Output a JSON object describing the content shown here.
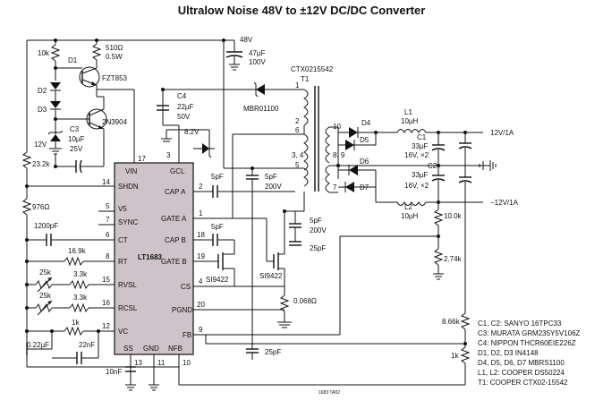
{
  "title": "Ultralow Noise 48V to ±12V DC/DC Converter",
  "ic": {
    "name": "LT1683",
    "pins_left": [
      {
        "label": "SHDN",
        "num": "14"
      },
      {
        "label": "V5",
        "num": "5"
      },
      {
        "label": "SYNC",
        "num": "7"
      },
      {
        "label": "CT",
        "num": "6"
      },
      {
        "label": "RT",
        "num": "8"
      },
      {
        "label": "RVSL",
        "num": "15"
      },
      {
        "label": "RCSL",
        "num": "16"
      },
      {
        "label": "VC",
        "num": "12"
      }
    ],
    "pins_right": [
      {
        "label": "CAP A",
        "num": "2"
      },
      {
        "label": "GATE A",
        "num": "1"
      },
      {
        "label": "CAP B",
        "num": "18"
      },
      {
        "label": "GATE B",
        "num": "19"
      },
      {
        "label": "CS",
        "num": "4"
      },
      {
        "label": "PGND",
        "num": "20"
      },
      {
        "label": "FB",
        "num": "9"
      }
    ],
    "pins_top": [
      {
        "label": "VIN",
        "num": "17"
      },
      {
        "label": "GCL",
        "num": "3"
      }
    ],
    "pins_bottom": [
      {
        "label": "SS",
        "num": "13"
      },
      {
        "label": "GND",
        "num": "11"
      },
      {
        "label": "NFB",
        "num": "10"
      }
    ]
  },
  "labels": {
    "vin": "48V",
    "c_in": "47µF",
    "c_in_v": "100V",
    "r10k": "10k",
    "d1": "D1",
    "d2": "D2",
    "d3": "D3",
    "r510": "510Ω",
    "r510_w": "0.5W",
    "q_fzt": "FZT853",
    "q_2n": "2N3904",
    "c3": "C3",
    "c3_val": "10µF",
    "c3_v": "25V",
    "v12": "12V",
    "r232": "23.2k",
    "r976": "976Ω",
    "c1200": "1200pF",
    "r169": "16.9k",
    "r25k_1": "25k",
    "r33k_1": "3.3k",
    "r25k_2": "25k",
    "r33k_2": "3.3k",
    "r1k": "1k",
    "c022": "0.22µF",
    "c22n": "22nF",
    "c10n": "10nF",
    "c4": "C4",
    "c4_val": "22µF",
    "c4_v": "50V",
    "mbr": "MBR01100",
    "v82": "8.2V",
    "c5p_a": "5pF",
    "c5p_b": "5pF",
    "c5p_b_v": "200V",
    "c5p_c": "5pF",
    "c5p_c_v": "200V",
    "c25p_a": "25pF",
    "c25p_b": "25pF",
    "si_a": "SI9422",
    "si_b": "SI9422",
    "rsense": "0.068Ω",
    "xfmr": "CTX0215542",
    "t1": "T1",
    "t_pins": [
      "1",
      "2",
      "6",
      "5",
      "3, 4",
      "8, 9",
      "10",
      "7"
    ],
    "d4": "D4",
    "d5": "D5",
    "d6": "D6",
    "d7": "D7",
    "l1": "L1",
    "l1_val": "10µH",
    "l2": "L2",
    "l2_val": "10µH",
    "c1": "C1",
    "c1_val": "33µF",
    "c1_v": "16V, ×2",
    "c2": "C2",
    "c2_val": "33µF",
    "c2_v": "16V, ×2",
    "out_pos": "12V/1A",
    "out_neg": "−12V/1A",
    "r10k_out": "10.0k",
    "r274": "2.74k",
    "r866": "8.66k",
    "r1k_out": "1k",
    "figure_code": "1683 TA02"
  },
  "notes": [
    "C1, C2: SANYO 16TPC33",
    "C3: MURATA GRM235Y5V106Z",
    "C4: NIPPON THCR60EIE226Z",
    "D1, D2, D3 IN4148",
    "D4, D5, D6, D7 MBRS1100",
    "L1, L2: COOPER DS50224",
    "T1: COOPER CTX02-15542"
  ]
}
